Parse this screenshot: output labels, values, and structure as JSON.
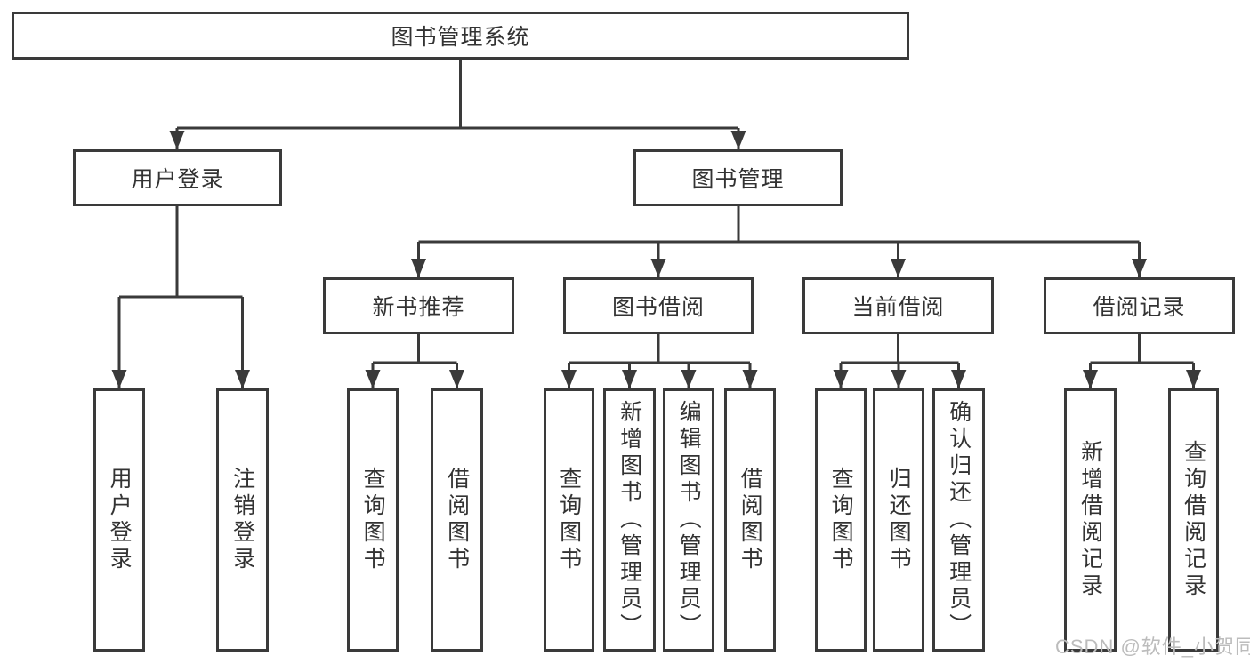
{
  "colors": {
    "line": "#3a3a3a",
    "text": "#333333",
    "box_background": "#ffffff",
    "page_background": "#ffffff",
    "watermark": "#bcbcbc"
  },
  "tree": {
    "root": {
      "label": "图书管理系统",
      "children": [
        {
          "label": "用户登录",
          "children": [
            {
              "label": "用户登录"
            },
            {
              "label": "注销登录"
            }
          ]
        },
        {
          "label": "图书管理",
          "children": [
            {
              "label": "新书推荐",
              "children": [
                {
                  "label": "查询图书"
                },
                {
                  "label": "借阅图书"
                }
              ]
            },
            {
              "label": "图书借阅",
              "children": [
                {
                  "label": "查询图书"
                },
                {
                  "label": "新增图书（管理员）"
                },
                {
                  "label": "编辑图书（管理员）"
                },
                {
                  "label": "借阅图书"
                }
              ]
            },
            {
              "label": "当前借阅",
              "children": [
                {
                  "label": "查询图书"
                },
                {
                  "label": "归还图书"
                },
                {
                  "label": "确认归还（管理员）"
                }
              ]
            },
            {
              "label": "借阅记录",
              "children": [
                {
                  "label": "新增借阅记录"
                },
                {
                  "label": "查询借阅记录"
                }
              ]
            }
          ]
        }
      ]
    }
  },
  "watermark": {
    "text": "CSDN @软件_小贺同学"
  }
}
